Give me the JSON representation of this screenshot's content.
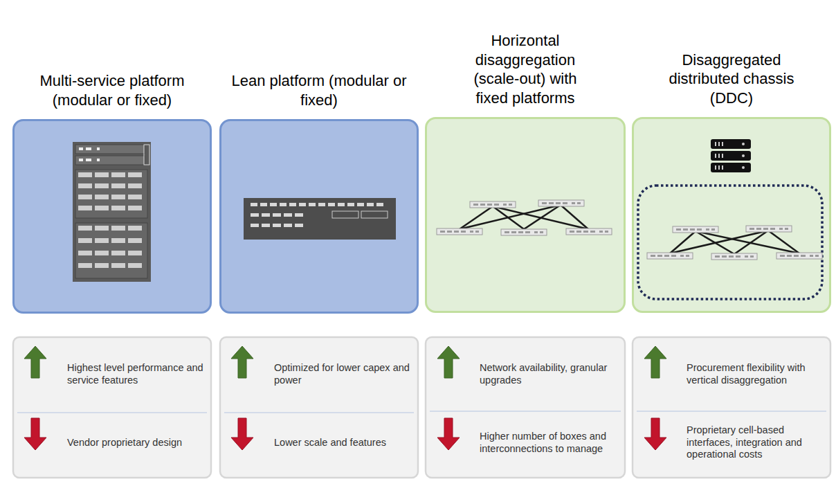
{
  "diagram": {
    "nodes": [
      {
        "text": [
          "Multi-service platform (modular or fixed)"
        ]
      },
      {
        "text": [
          "Lean platform (modular or fixed)"
        ]
      },
      {
        "text": [
          "Horizontal disaggregation (scale-out) with fixed platforms"
        ]
      },
      {
        "text": [
          "Disaggregated distributed chassis (DDC)"
        ]
      },
      {
        "text": [
          "Highest level performance and service features",
          "Vendor proprietary design"
        ]
      },
      {
        "text": [
          "Optimized for lower capex and power",
          "Lower scale and features"
        ]
      },
      {
        "text": [
          "Network availability, granular upgrades",
          "Higher number of boxes and interconnections to manage"
        ]
      },
      {
        "text": [
          "Procurement flexibility with vertical disaggregation",
          "Proprietary cell-based interfaces, integration and operational costs"
        ]
      }
    ]
  }
}
